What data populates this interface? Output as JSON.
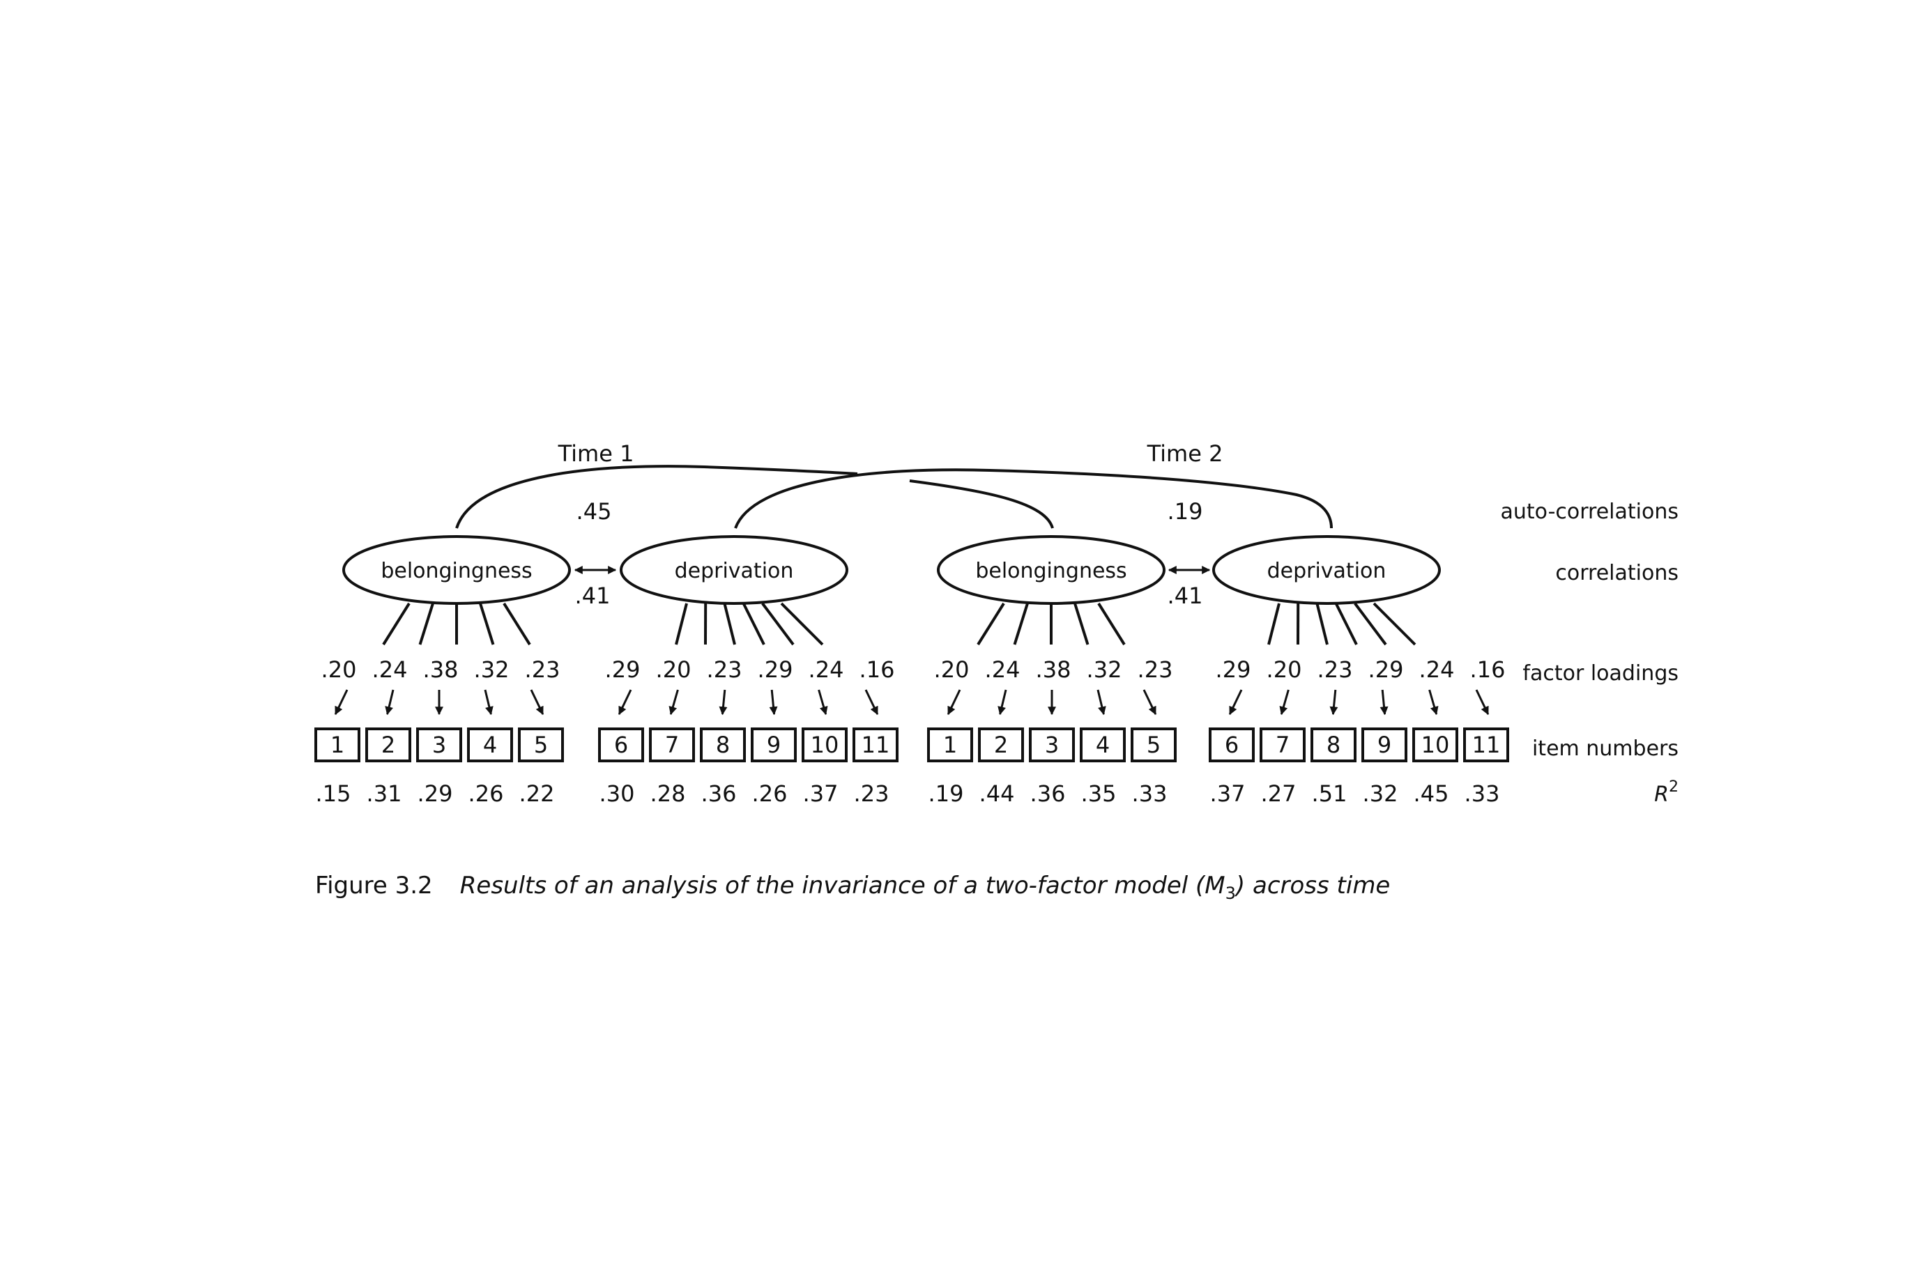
{
  "times": [
    "Time 1",
    "Time 2"
  ],
  "auto_correlations": [
    ".45",
    ".19"
  ],
  "correlations": [
    ".41",
    ".41"
  ],
  "factors": [
    {
      "label": "belongingness",
      "loadings": [
        ".20",
        ".24",
        ".38",
        ".32",
        ".23"
      ],
      "items": [
        "1",
        "2",
        "3",
        "4",
        "5"
      ],
      "r2": [
        ".15",
        ".31",
        ".29",
        ".26",
        ".22"
      ]
    },
    {
      "label": "deprivation",
      "loadings": [
        ".29",
        ".20",
        ".23",
        ".29",
        ".24",
        ".16"
      ],
      "items": [
        "6",
        "7",
        "8",
        "9",
        "10",
        "11"
      ],
      "r2": [
        ".30",
        ".28",
        ".36",
        ".26",
        ".37",
        ".23"
      ]
    },
    {
      "label": "belongingness",
      "loadings": [
        ".20",
        ".24",
        ".38",
        ".32",
        ".23"
      ],
      "items": [
        "1",
        "2",
        "3",
        "4",
        "5"
      ],
      "r2": [
        ".19",
        ".44",
        ".36",
        ".35",
        ".33"
      ]
    },
    {
      "label": "deprivation",
      "loadings": [
        ".29",
        ".20",
        ".23",
        ".29",
        ".24",
        ".16"
      ],
      "items": [
        "6",
        "7",
        "8",
        "9",
        "10",
        "11"
      ],
      "r2": [
        ".37",
        ".27",
        ".51",
        ".32",
        ".45",
        ".33"
      ]
    }
  ],
  "row_labels": {
    "auto": "auto-correlations",
    "corr": "correlations",
    "loadings": "factor loadings",
    "items": "item numbers",
    "r2_base": "R",
    "r2_sup": "2"
  },
  "caption": {
    "number": "Figure 3.2",
    "text_before": "Results of an analysis of the invariance of a two-factor model (",
    "model": "M",
    "model_sub": "3",
    "text_after": ") across time"
  }
}
